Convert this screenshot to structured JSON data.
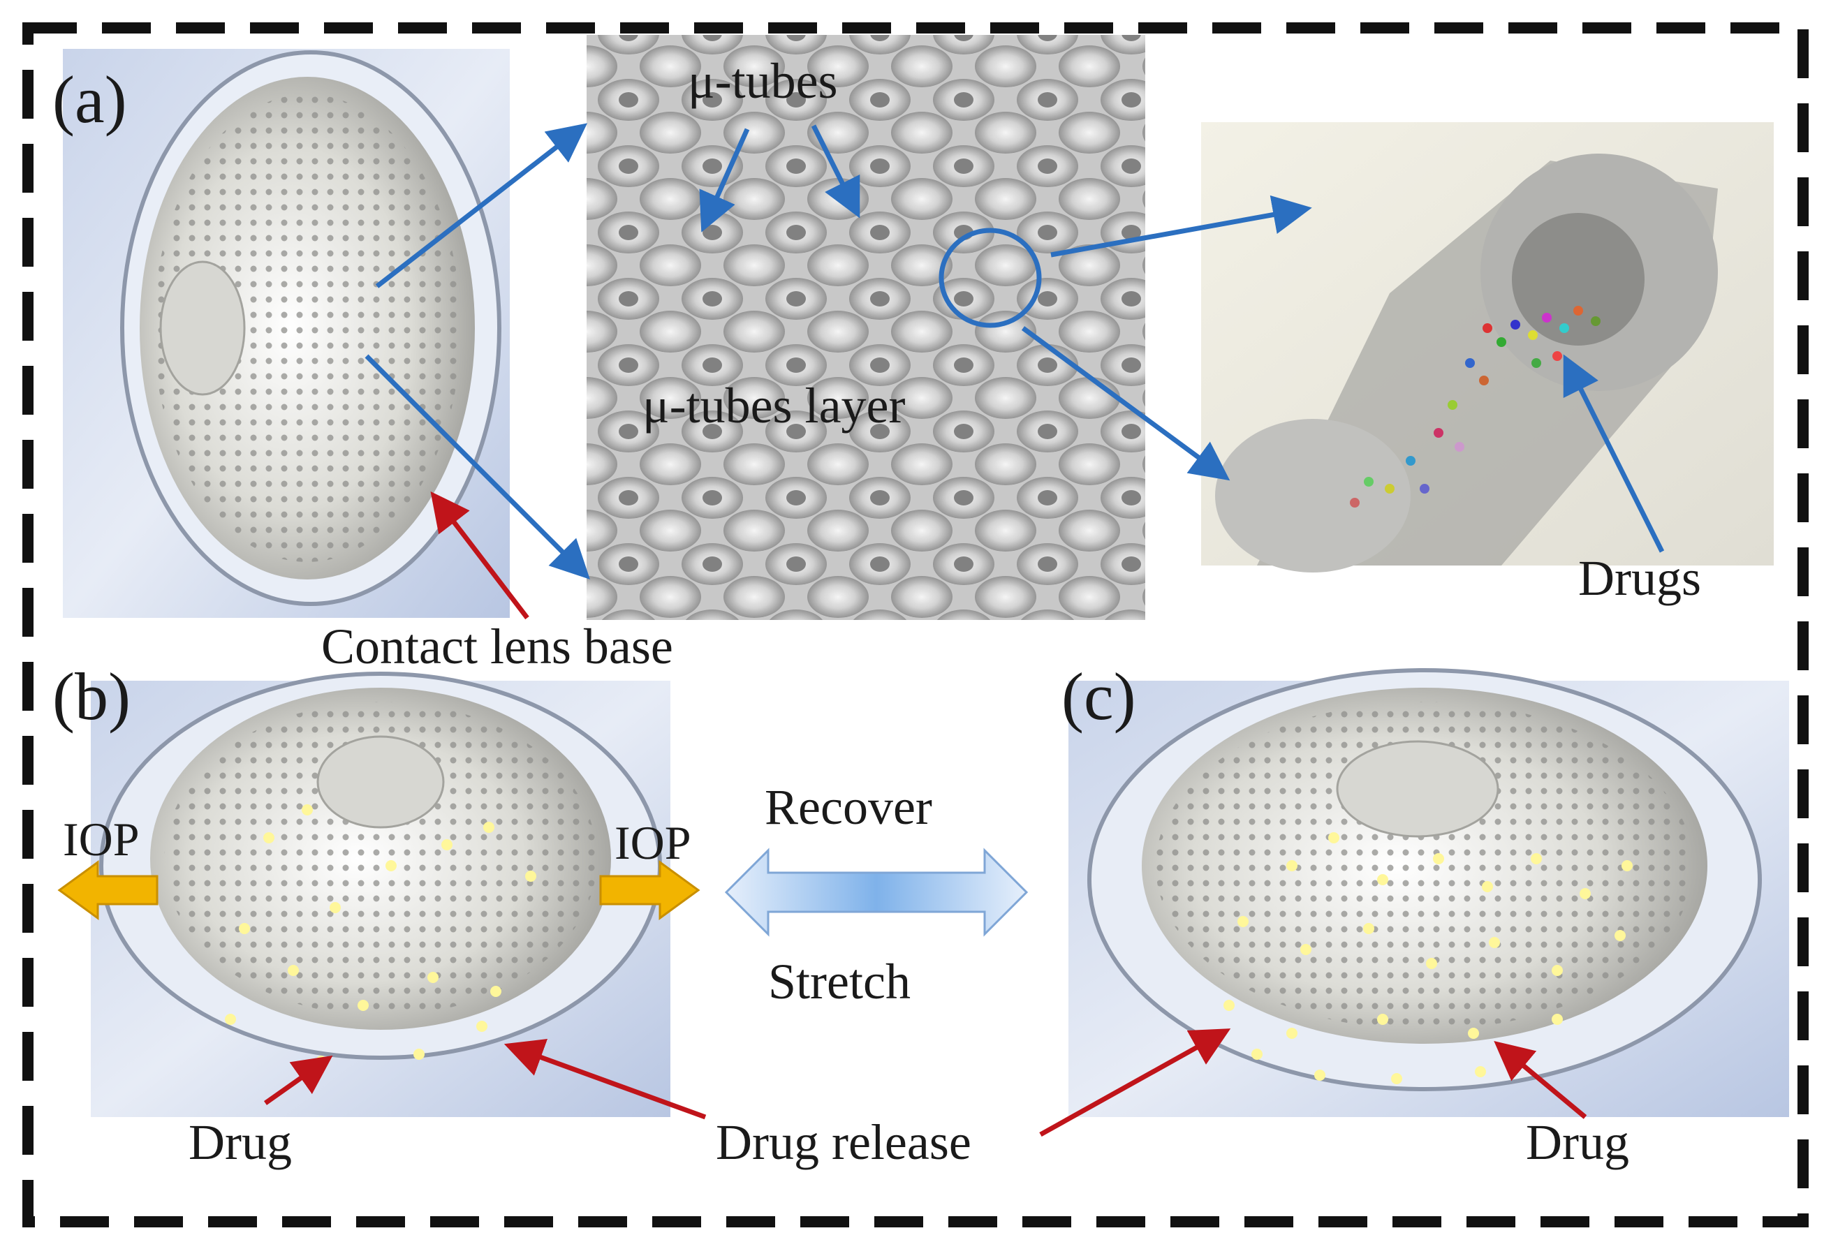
{
  "panels": {
    "a": {
      "tag": "(a)"
    },
    "b": {
      "tag": "(b)"
    },
    "c": {
      "tag": "(c)"
    }
  },
  "labels": {
    "mu_tubes": "μ-tubes",
    "mu_tubes_layer": "μ-tubes layer",
    "drugs": "Drugs",
    "contact_lens_base": "Contact lens base",
    "iop": "IOP",
    "recover": "Recover",
    "stretch": "Stretch",
    "drug": "Drug",
    "drug_release": "Drug release"
  },
  "colors": {
    "blue_arrow": "#2b6fc0",
    "red_arrow": "#c0141a",
    "iop_arrow": "#f2b400",
    "frame": "#111111",
    "drug_dot": "#fff79a"
  }
}
